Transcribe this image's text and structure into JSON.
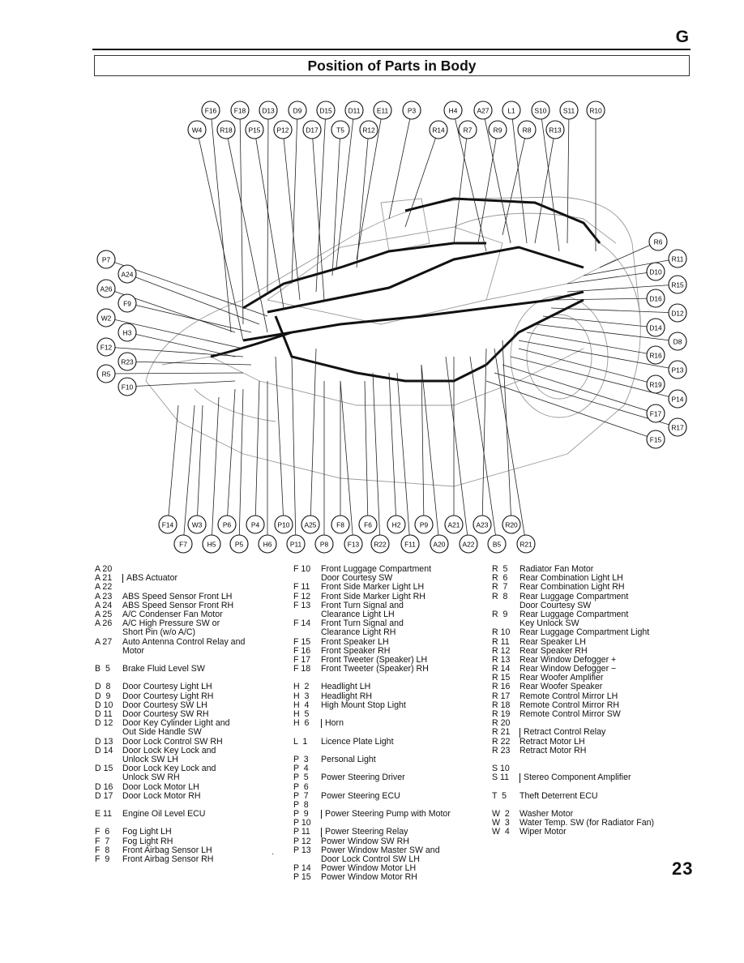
{
  "header": {
    "section_letter": "G",
    "title": "Position of Parts in Body"
  },
  "page_number": "23",
  "callouts": {
    "top_row1": [
      "F16",
      "F18",
      "D13",
      "D9",
      "D15",
      "D11",
      "E11",
      "P3",
      "H4",
      "A27",
      "L1",
      "S10",
      "S11",
      "R10"
    ],
    "top_row2": [
      "W4",
      "R18",
      "P15",
      "P12",
      "D17",
      "T5",
      "R12",
      "R14",
      "R7",
      "R9",
      "R8",
      "R13"
    ],
    "left": [
      "P7",
      "A24",
      "A26",
      "F9",
      "W2",
      "H3",
      "F12",
      "R23",
      "R5",
      "F10"
    ],
    "right": [
      "R6",
      "R11",
      "D10",
      "R15",
      "D16",
      "D12",
      "D14",
      "D8",
      "R16",
      "P13",
      "R19",
      "P14",
      "F17",
      "R17",
      "F15"
    ],
    "bottom_row1": [
      "F14",
      "W3",
      "P6",
      "P4",
      "P10",
      "A25",
      "F8",
      "F6",
      "H2",
      "P9",
      "A21",
      "A23",
      "R20"
    ],
    "bottom_row2": [
      "F7",
      "H5",
      "P5",
      "H6",
      "P11",
      "P8",
      "F13",
      "R22",
      "F11",
      "A20",
      "A22",
      "B5",
      "R21"
    ]
  },
  "legend": {
    "col1": [
      {
        "code": "A 20",
        "text": ""
      },
      {
        "code": "A 21",
        "text": "ABS Actuator",
        "brace": "start"
      },
      {
        "code": "A 22",
        "text": ""
      },
      {
        "code": "A 23",
        "text": "ABS Speed Sensor Front LH"
      },
      {
        "code": "A 24",
        "text": "ABS Speed Sensor Front RH"
      },
      {
        "code": "A 25",
        "text": "A/C Condenser Fan Motor"
      },
      {
        "code": "A 26",
        "text": "A/C High Pressure SW or"
      },
      {
        "code": "",
        "text": "Short Pin (w/o A/C)"
      },
      {
        "code": "A 27",
        "text": "Auto Antenna Control Relay and"
      },
      {
        "code": "",
        "text": "Motor"
      },
      {
        "code": "",
        "text": ""
      },
      {
        "code": "B  5",
        "text": "Brake Fluid Level SW"
      },
      {
        "code": "",
        "text": ""
      },
      {
        "code": "D  8",
        "text": "Door Courtesy Light LH"
      },
      {
        "code": "D  9",
        "text": "Door Courtesy Light RH"
      },
      {
        "code": "D 10",
        "text": "Door Courtesy SW LH"
      },
      {
        "code": "D 11",
        "text": "Door Courtesy SW RH"
      },
      {
        "code": "D 12",
        "text": "Door Key Cylinder Light and"
      },
      {
        "code": "",
        "text": "Out Side Handle SW"
      },
      {
        "code": "D 13",
        "text": "Door Lock Control SW RH"
      },
      {
        "code": "D 14",
        "text": "Door Lock Key Lock and"
      },
      {
        "code": "",
        "text": "Unlock SW LH"
      },
      {
        "code": "D 15",
        "text": "Door Lock Key Lock and"
      },
      {
        "code": "",
        "text": "Unlock SW RH"
      },
      {
        "code": "D 16",
        "text": "Door Lock Motor LH"
      },
      {
        "code": "D 17",
        "text": "Door Lock Motor RH"
      },
      {
        "code": "",
        "text": ""
      },
      {
        "code": "E 11",
        "text": "Engine Oil Level ECU"
      },
      {
        "code": "",
        "text": ""
      },
      {
        "code": "F  6",
        "text": "Fog Light LH"
      },
      {
        "code": "F  7",
        "text": "Fog Light RH"
      },
      {
        "code": "F  8",
        "text": "Front Airbag Sensor LH"
      },
      {
        "code": "F  9",
        "text": "Front Airbag Sensor RH"
      }
    ],
    "col2": [
      {
        "code": "F 10",
        "text": "Front Luggage Compartment"
      },
      {
        "code": "",
        "text": "Door Courtesy SW"
      },
      {
        "code": "F 11",
        "text": "Front Side Marker Light LH"
      },
      {
        "code": "F 12",
        "text": "Front Side Marker Light RH"
      },
      {
        "code": "F 13",
        "text": "Front Turn Signal and"
      },
      {
        "code": "",
        "text": "Clearance Light LH"
      },
      {
        "code": "F 14",
        "text": "Front Turn Signal and"
      },
      {
        "code": "",
        "text": "Clearance Light RH"
      },
      {
        "code": "F 15",
        "text": "Front Speaker LH"
      },
      {
        "code": "F 16",
        "text": "Front Speaker RH"
      },
      {
        "code": "F 17",
        "text": "Front Tweeter (Speaker) LH"
      },
      {
        "code": "F 18",
        "text": "Front Tweeter (Speaker) RH"
      },
      {
        "code": "",
        "text": ""
      },
      {
        "code": "H  2",
        "text": "Headlight LH"
      },
      {
        "code": "H  3",
        "text": "Headlight RH"
      },
      {
        "code": "H  4",
        "text": "High Mount Stop Light"
      },
      {
        "code": "H  5",
        "text": ""
      },
      {
        "code": "H  6",
        "text": "Horn",
        "brace": "up"
      },
      {
        "code": "",
        "text": ""
      },
      {
        "code": "L  1",
        "text": "Licence Plate Light"
      },
      {
        "code": "",
        "text": ""
      },
      {
        "code": "P  3",
        "text": "Personal Light"
      },
      {
        "code": "P  4",
        "text": ""
      },
      {
        "code": "P  5",
        "text": "Power Steering Driver"
      },
      {
        "code": "P  6",
        "text": ""
      },
      {
        "code": "P  7",
        "text": "Power Steering ECU"
      },
      {
        "code": "P  8",
        "text": ""
      },
      {
        "code": "P  9",
        "text": "Power Steering Pump with Motor",
        "brace": "up"
      },
      {
        "code": "P 10",
        "text": ""
      },
      {
        "code": "P 11",
        "text": "Power Steering Relay",
        "brace": "up"
      },
      {
        "code": "P 12",
        "text": "Power Window SW RH"
      },
      {
        "code": "P 13",
        "text": "Power Window Master SW and"
      },
      {
        "code": "",
        "text": "Door Lock Control SW LH"
      },
      {
        "code": "P 14",
        "text": "Power Window Motor LH"
      },
      {
        "code": "P 15",
        "text": "Power Window Motor RH"
      }
    ],
    "col3": [
      {
        "code": "R  5",
        "text": "Radiator Fan Motor"
      },
      {
        "code": "R  6",
        "text": "Rear Combination Light LH"
      },
      {
        "code": "R  7",
        "text": "Rear Combination Light RH"
      },
      {
        "code": "R  8",
        "text": "Rear Luggage Compartment"
      },
      {
        "code": "",
        "text": "Door Courtesy SW"
      },
      {
        "code": "R  9",
        "text": "Rear Luggage Compartment"
      },
      {
        "code": "",
        "text": "Key Unlock SW"
      },
      {
        "code": "R 10",
        "text": "Rear Luggage Compartment Light"
      },
      {
        "code": "R 11",
        "text": "Rear Speaker LH"
      },
      {
        "code": "R 12",
        "text": "Rear Speaker RH"
      },
      {
        "code": "R 13",
        "text": "Rear Window Defogger +"
      },
      {
        "code": "R 14",
        "text": "Rear Window Defogger −"
      },
      {
        "code": "R 15",
        "text": "Rear Woofer Amplifier"
      },
      {
        "code": "R 16",
        "text": "Rear Woofer Speaker"
      },
      {
        "code": "R 17",
        "text": "Remote Control Mirror LH"
      },
      {
        "code": "R 18",
        "text": "Remote Control Mirror RH"
      },
      {
        "code": "R 19",
        "text": "Remote Control Mirror SW"
      },
      {
        "code": "R 20",
        "text": ""
      },
      {
        "code": "R 21",
        "text": "Retract Control Relay",
        "brace": "up"
      },
      {
        "code": "R 22",
        "text": "Retract Motor LH"
      },
      {
        "code": "R 23",
        "text": "Retract Motor RH"
      },
      {
        "code": "",
        "text": ""
      },
      {
        "code": "S 10",
        "text": ""
      },
      {
        "code": "S 11",
        "text": "Stereo Component Amplifier",
        "brace": "up"
      },
      {
        "code": "",
        "text": ""
      },
      {
        "code": "T  5",
        "text": "Theft Deterrent ECU"
      },
      {
        "code": "",
        "text": ""
      },
      {
        "code": "W  2",
        "text": "Washer Motor"
      },
      {
        "code": "W  3",
        "text": "Water Temp. SW (for Radiator Fan)"
      },
      {
        "code": "W  4",
        "text": "Wiper Motor"
      }
    ]
  }
}
